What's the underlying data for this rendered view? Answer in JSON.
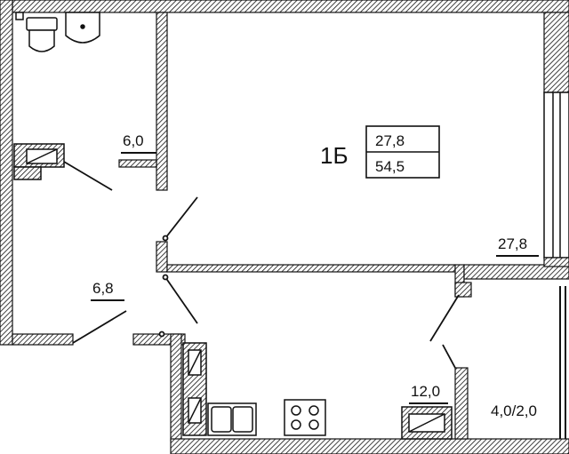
{
  "plan": {
    "apartment": {
      "type_label": "1Б",
      "living_area": "27,8",
      "total_area": "54,5"
    },
    "rooms": [
      {
        "id": "bathroom",
        "area": "6,0"
      },
      {
        "id": "hallway",
        "area": "6,8"
      },
      {
        "id": "living-room",
        "area": "27,8"
      },
      {
        "id": "kitchen",
        "area": "12,0"
      },
      {
        "id": "loggia",
        "area": "4,0/2,0"
      }
    ]
  }
}
